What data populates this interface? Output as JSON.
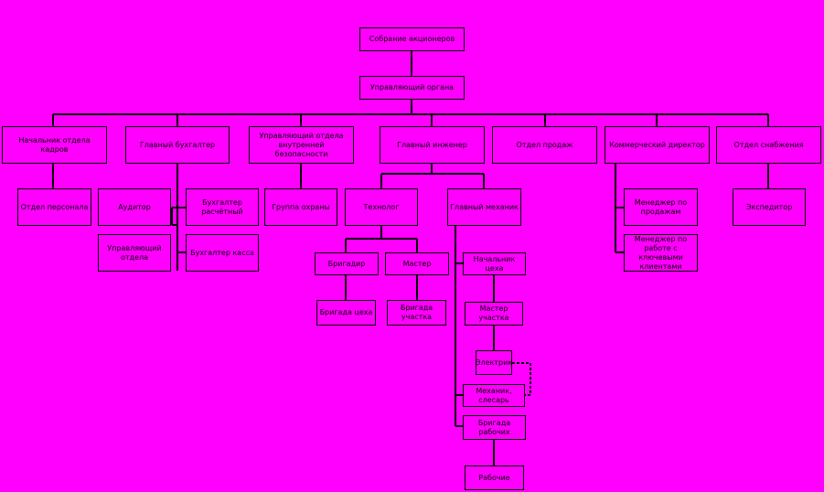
{
  "colors": {
    "background": "#ff00ff",
    "lines": "#000000"
  },
  "nodes": {
    "n1": {
      "label": "Собрание акционеров"
    },
    "n2": {
      "label": "Управляющий органа"
    },
    "n3": {
      "label": "Начальник отдела кадров"
    },
    "n4": {
      "label": "Главный бухгалтер"
    },
    "n5": {
      "label": "Управляющий отдела внутренней безопасности"
    },
    "n6": {
      "label": "Главный инженер"
    },
    "n7": {
      "label": "Отдел продаж"
    },
    "n8": {
      "label": "Коммерческий директор"
    },
    "n9": {
      "label": "Отдел снабжения"
    },
    "n10": {
      "label": "Отдел персонала"
    },
    "n11": {
      "label": "Аудитор"
    },
    "n12": {
      "label": "Бухгалтер расчётный"
    },
    "n13": {
      "label": "Управляющий отдела"
    },
    "n14": {
      "label": "Бухгалтер касса"
    },
    "n15": {
      "label": "Группа охраны"
    },
    "n16": {
      "label": "Технолог"
    },
    "n17": {
      "label": "Главный механик"
    },
    "n18": {
      "label": "Бригадир"
    },
    "n19": {
      "label": "Мастер"
    },
    "n20": {
      "label": "Бригада цеха"
    },
    "n21": {
      "label": "Бригада участка"
    },
    "n22": {
      "label": "Начальник цеха"
    },
    "n23": {
      "label": "Мастер участка"
    },
    "n24": {
      "label": "Электрик"
    },
    "n25": {
      "label": "Механик, слесарь"
    },
    "n26": {
      "label": "Бригада рабочих"
    },
    "n27": {
      "label": "Рабочие"
    },
    "n28": {
      "label": "Менеджер по продажам"
    },
    "n29": {
      "label": "Менеджер по работе с ключевыми клиентами"
    },
    "n30": {
      "label": "Экспедитор"
    }
  }
}
